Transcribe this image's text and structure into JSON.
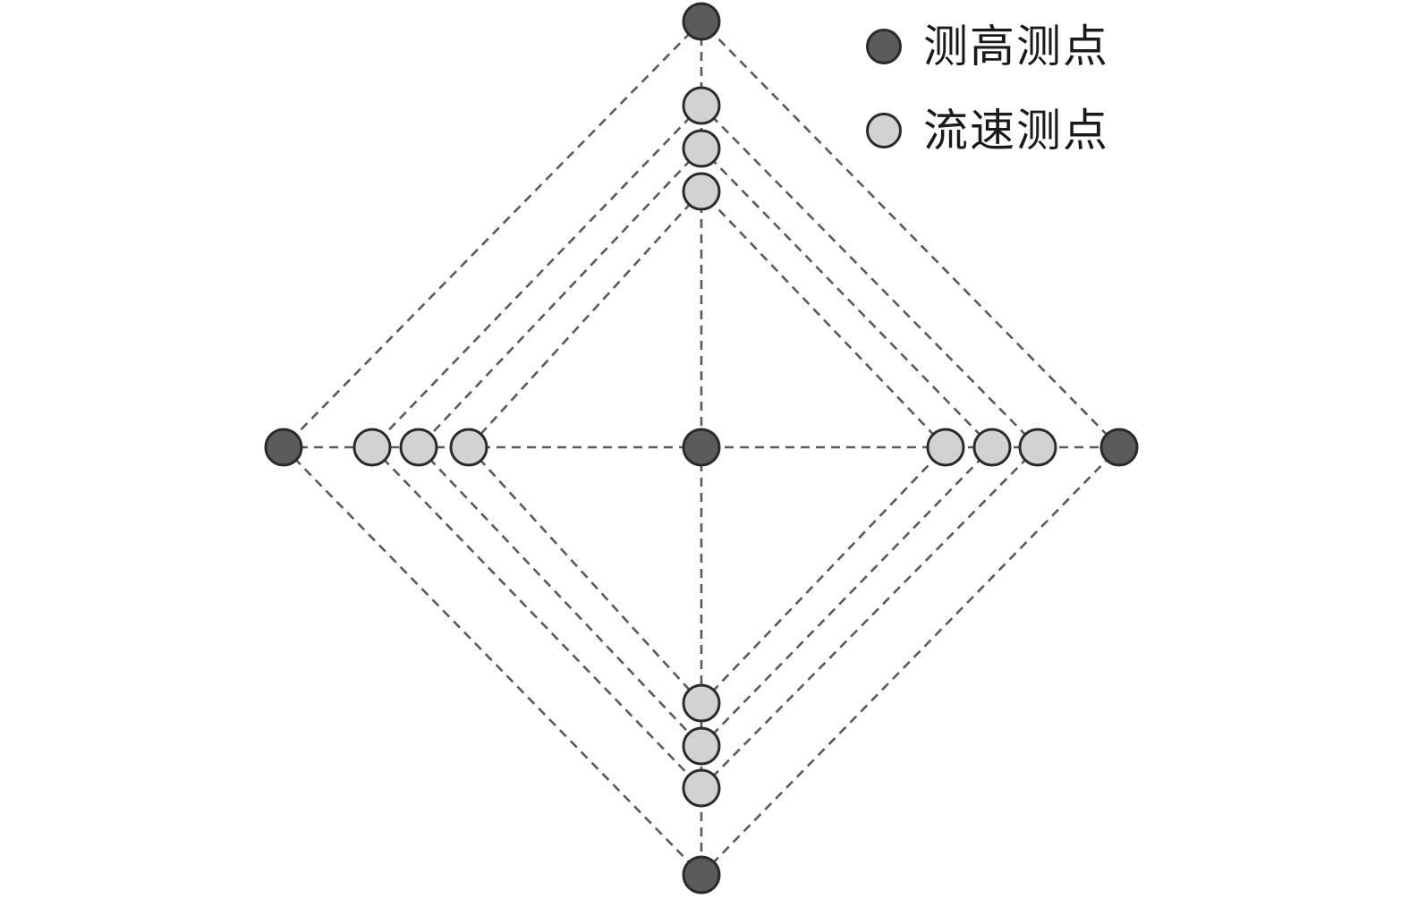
{
  "legend": {
    "items": [
      {
        "label": "测高测点",
        "kind": "height",
        "color": "#5b5b5b"
      },
      {
        "label": "流速测点",
        "kind": "velocity",
        "color": "#d2d2d2"
      }
    ]
  },
  "diagram": {
    "guide_color": "#5a5a5a",
    "points": {
      "height": [
        {
          "id": "top"
        },
        {
          "id": "left"
        },
        {
          "id": "center"
        },
        {
          "id": "right"
        },
        {
          "id": "bottom"
        }
      ],
      "velocity": [
        {
          "id": "top-1"
        },
        {
          "id": "top-2"
        },
        {
          "id": "top-3"
        },
        {
          "id": "left-1"
        },
        {
          "id": "left-2"
        },
        {
          "id": "left-3"
        },
        {
          "id": "right-1"
        },
        {
          "id": "right-2"
        },
        {
          "id": "right-3"
        },
        {
          "id": "bottom-1"
        },
        {
          "id": "bottom-2"
        },
        {
          "id": "bottom-3"
        }
      ]
    }
  }
}
